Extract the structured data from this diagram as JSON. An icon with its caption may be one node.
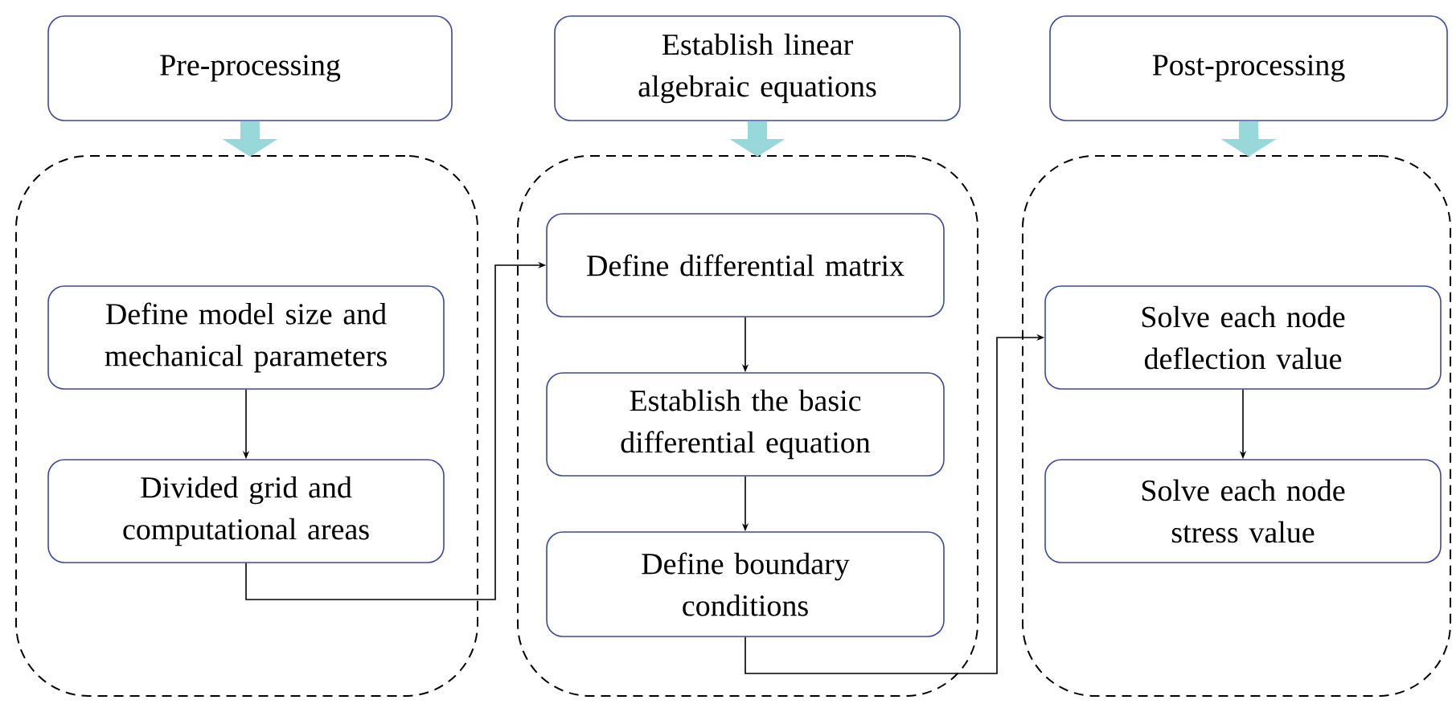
{
  "diagram": {
    "nodes": [
      {
        "text": [
          "Pre-processing"
        ]
      },
      {
        "text": [],
        "shape": "box"
      },
      {
        "text": [
          "Define model size and mechanical parameters"
        ],
        "in": 1
      },
      {
        "text": [
          "Divided grid and computational areas"
        ],
        "in": 1
      },
      {
        "text": [
          "Establish linear algebraic equations"
        ]
      },
      {
        "text": [],
        "shape": "box"
      },
      {
        "text": [
          "Define differential matrix"
        ],
        "in": 5
      },
      {
        "text": [
          "Establish the basic differential equation"
        ],
        "in": 5
      },
      {
        "text": [
          "Define boundary conditions"
        ],
        "in": 5
      },
      {
        "text": [
          "Post-processing"
        ]
      },
      {
        "text": [],
        "shape": "box"
      },
      {
        "text": [
          "Solve each node deflection value"
        ],
        "in": 10
      },
      {
        "text": [
          "Solve each node stress value"
        ],
        "in": 10
      }
    ],
    "edges": [
      {
        "from": 0,
        "to": 1,
        "arrow": "to",
        "style": "thick",
        "color": "#99d8da"
      },
      {
        "from": 4,
        "to": 5,
        "arrow": "to",
        "style": "thick",
        "color": "#99d8da"
      },
      {
        "from": 9,
        "to": 10,
        "arrow": "to",
        "style": "thick",
        "color": "#99d8da"
      },
      {
        "from": 2,
        "to": 3,
        "arrow": "to"
      },
      {
        "from": 3,
        "to": 6,
        "arrow": "to"
      },
      {
        "from": 6,
        "to": 7,
        "arrow": "to"
      },
      {
        "from": 7,
        "to": 8,
        "arrow": "to"
      },
      {
        "from": 8,
        "to": 11,
        "arrow": "to"
      },
      {
        "from": 11,
        "to": 12,
        "arrow": "to"
      }
    ]
  }
}
